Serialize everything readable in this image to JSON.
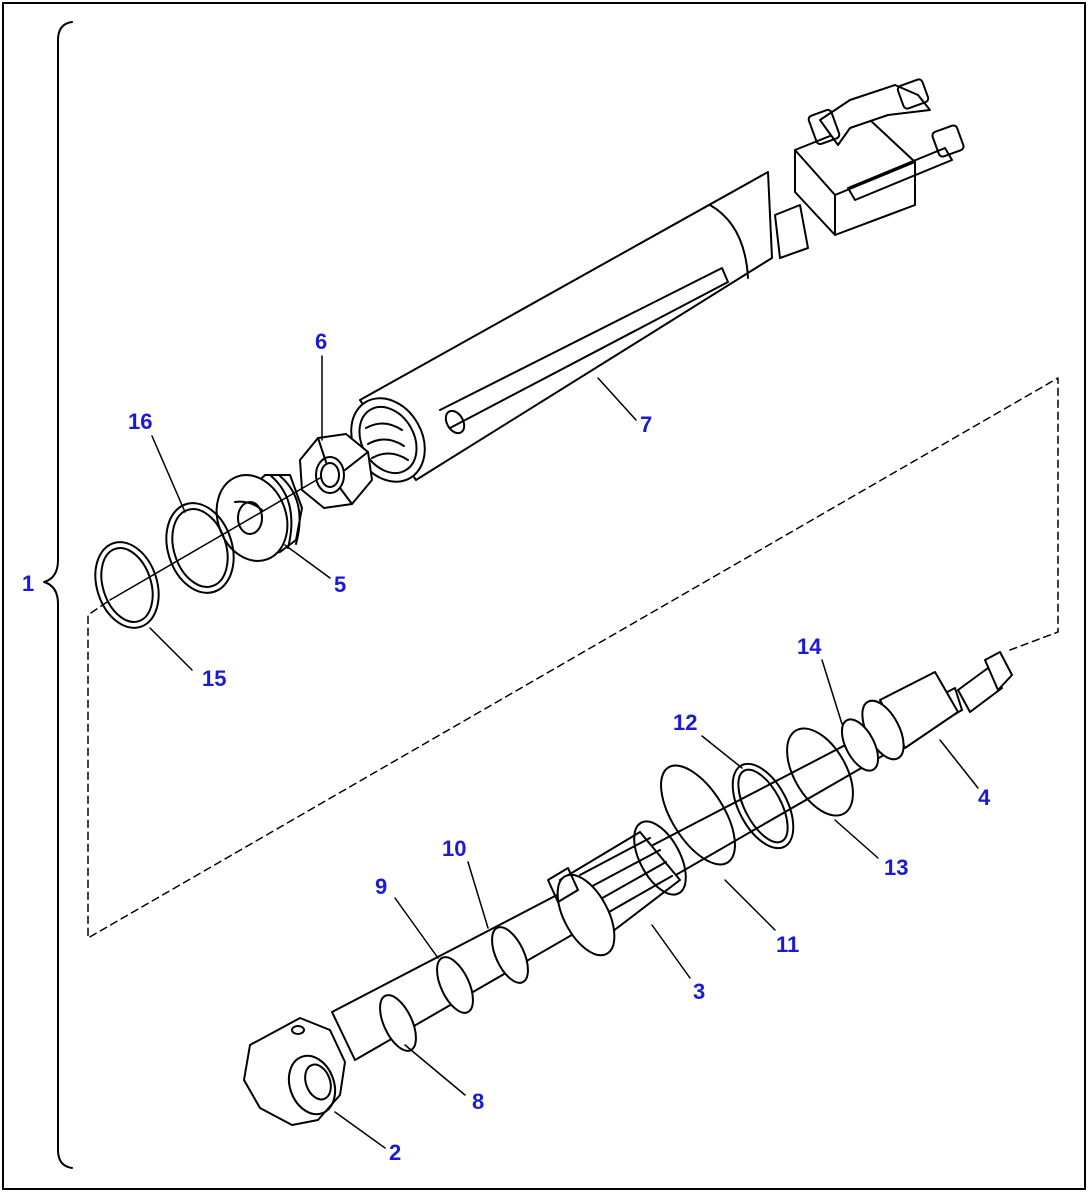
{
  "colors": {
    "callout": "#1a1ad6",
    "line": "#000000",
    "background": "#ffffff"
  },
  "assembly": {
    "callout": "1",
    "name": "cylinder-assembly"
  },
  "parts": [
    {
      "callout": "2",
      "name": "rod-end-eye"
    },
    {
      "callout": "3",
      "name": "piston"
    },
    {
      "callout": "4",
      "name": "piston-rod"
    },
    {
      "callout": "5",
      "name": "cylinder-head"
    },
    {
      "callout": "6",
      "name": "nut"
    },
    {
      "callout": "7",
      "name": "cylinder-tube"
    },
    {
      "callout": "8",
      "name": "ring"
    },
    {
      "callout": "9",
      "name": "ring"
    },
    {
      "callout": "10",
      "name": "ring"
    },
    {
      "callout": "11",
      "name": "o-ring"
    },
    {
      "callout": "12",
      "name": "ring"
    },
    {
      "callout": "13",
      "name": "o-ring"
    },
    {
      "callout": "14",
      "name": "ring"
    },
    {
      "callout": "15",
      "name": "snap-ring"
    },
    {
      "callout": "16",
      "name": "seal-ring"
    }
  ]
}
